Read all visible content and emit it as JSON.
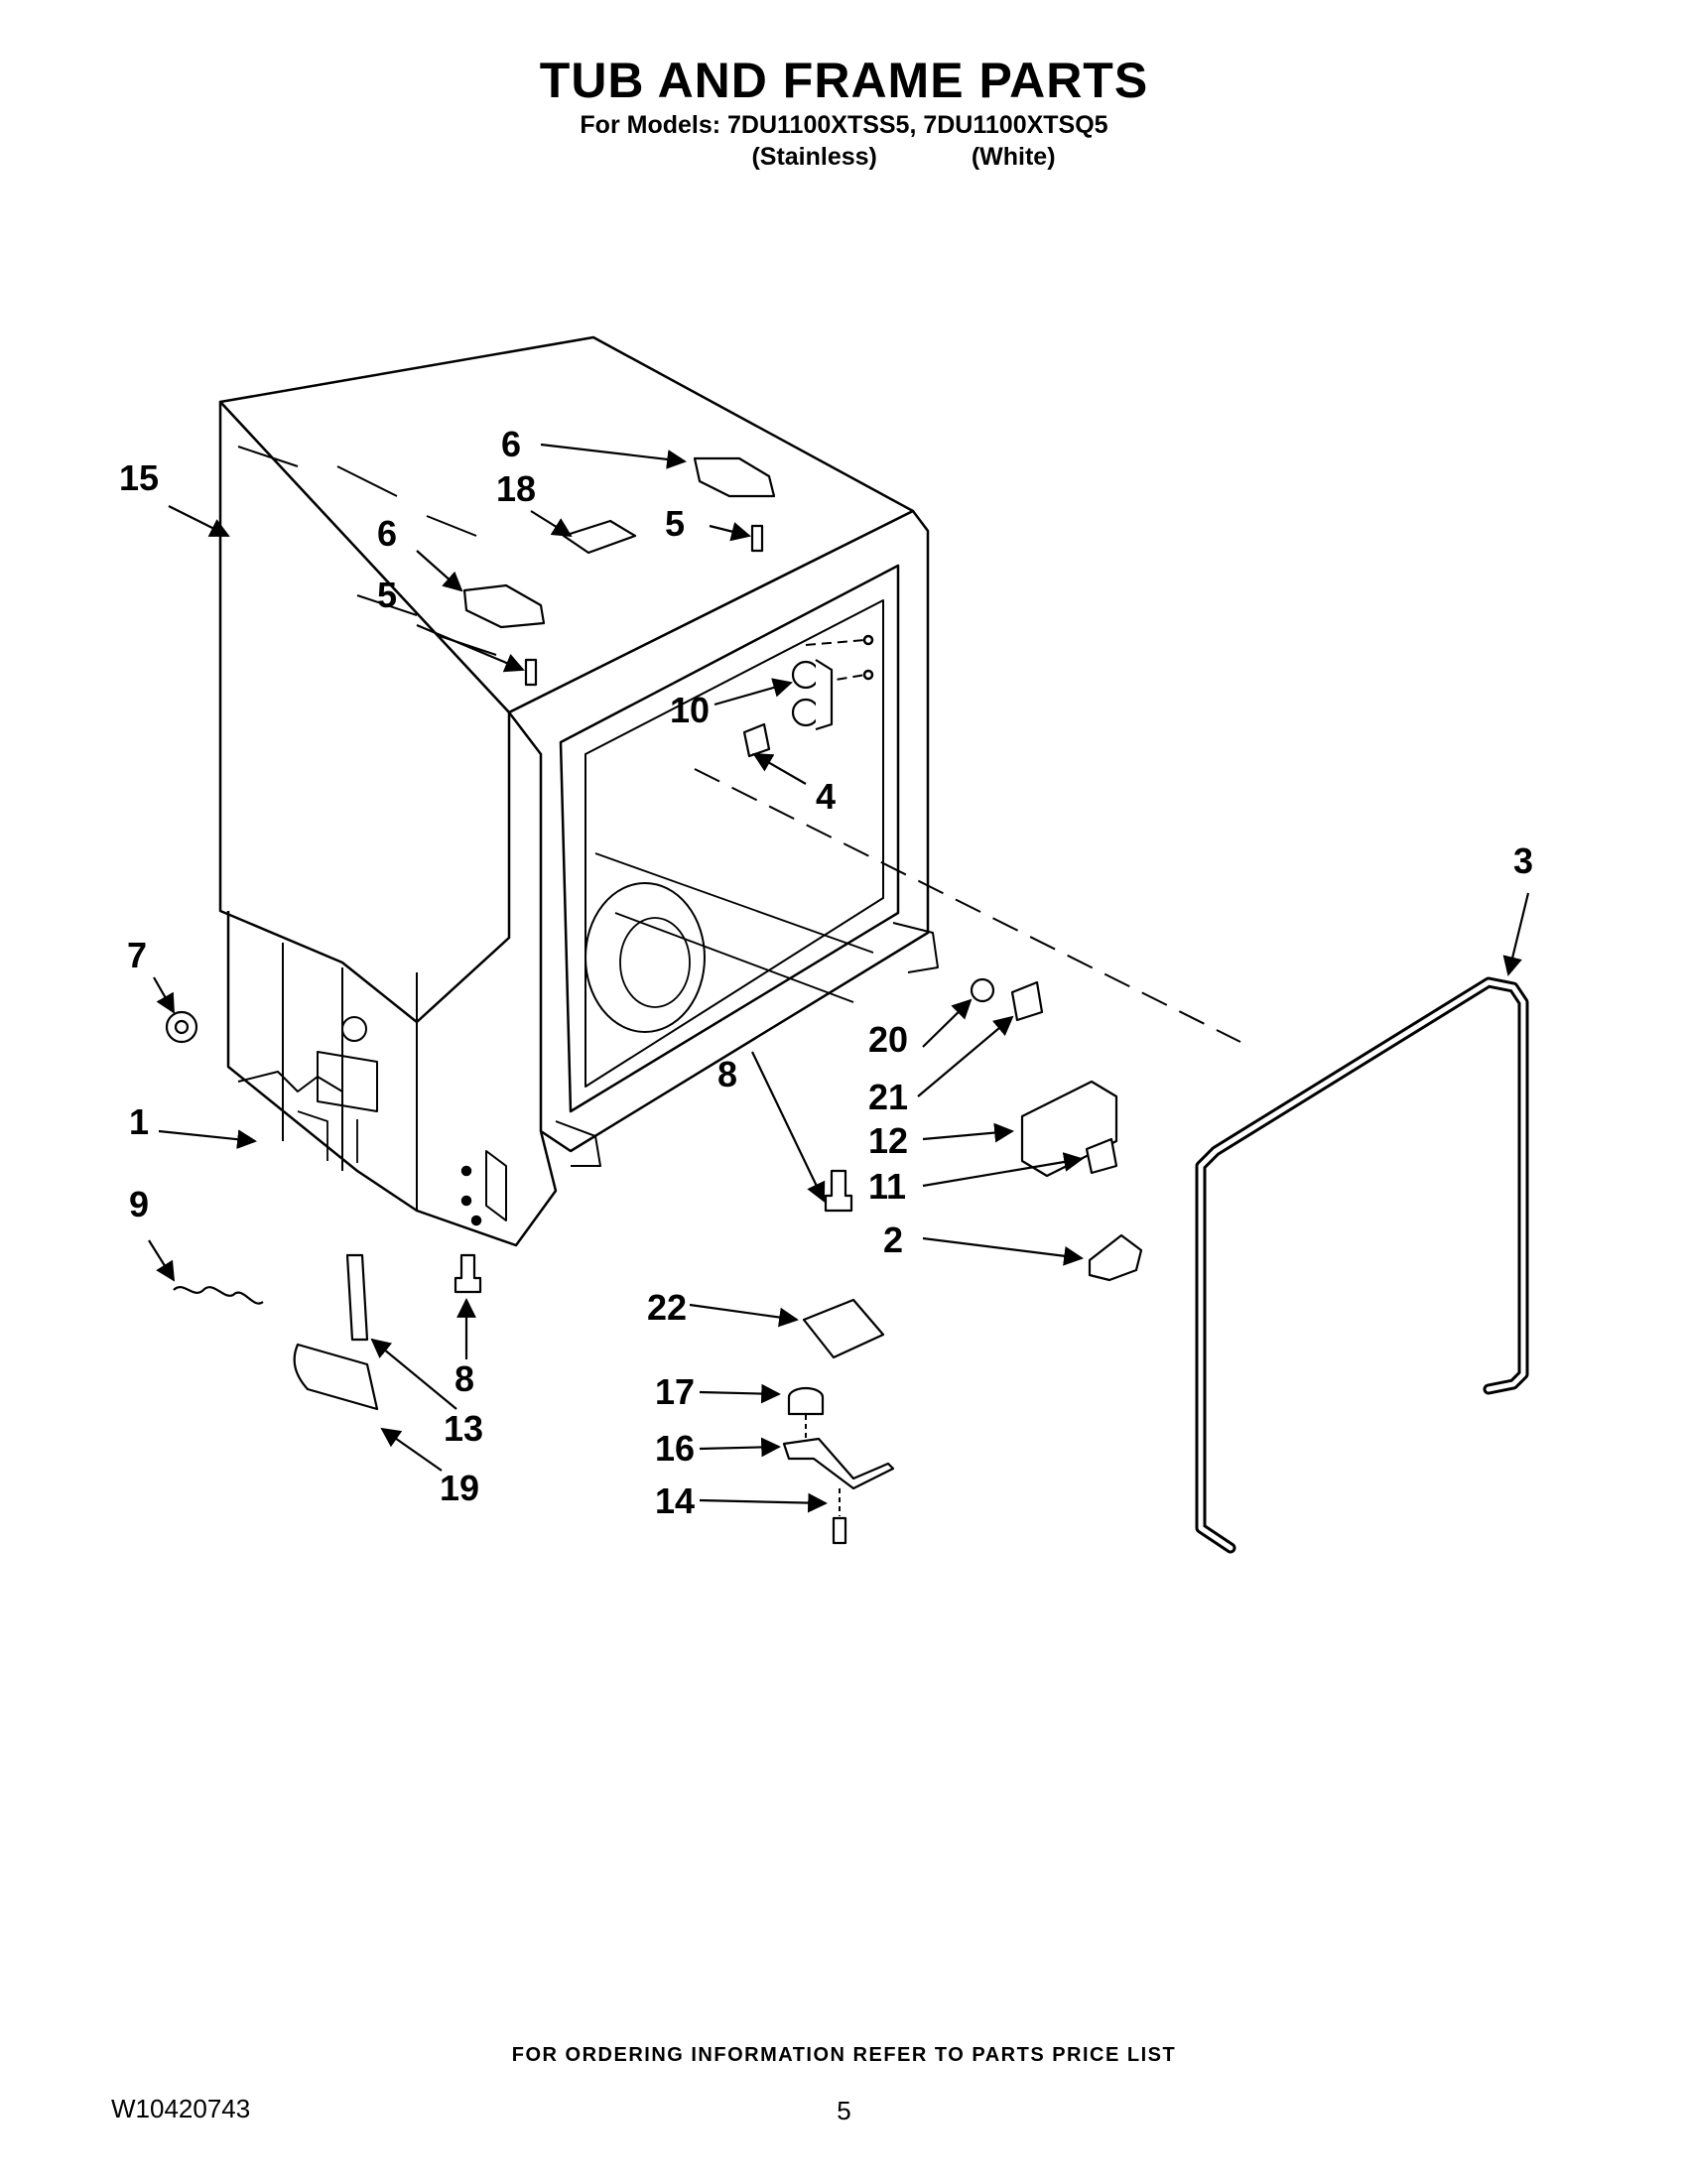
{
  "header": {
    "title": "TUB AND FRAME PARTS",
    "models_line": "For Models: 7DU1100XTSS5, 7DU1100XTSQ5",
    "variant_stainless": "(Stainless)",
    "variant_white": "(White)"
  },
  "callouts": {
    "c1": "1",
    "c2": "2",
    "c3": "3",
    "c4": "4",
    "c5a": "5",
    "c5b": "5",
    "c6a": "6",
    "c6b": "6",
    "c7": "7",
    "c8a": "8",
    "c8b": "8",
    "c9": "9",
    "c10": "10",
    "c11": "11",
    "c12": "12",
    "c13": "13",
    "c14": "14",
    "c15": "15",
    "c16": "16",
    "c17": "17",
    "c18": "18",
    "c19": "19",
    "c20": "20",
    "c21": "21",
    "c22": "22"
  },
  "footer": {
    "ordering_info": "FOR ORDERING INFORMATION REFER TO PARTS PRICE LIST",
    "document_number": "W10420743",
    "page_number": "5"
  },
  "colors": {
    "ink": "#000000",
    "paper": "#ffffff"
  }
}
